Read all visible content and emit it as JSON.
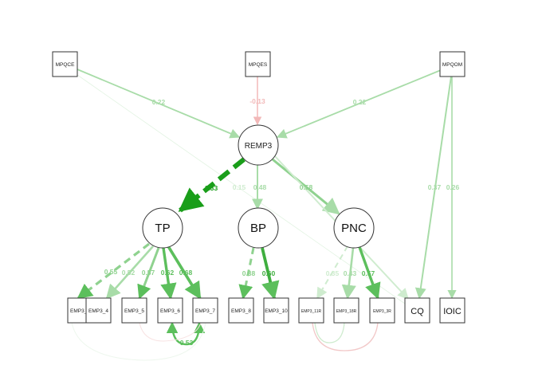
{
  "colors": {
    "strong_green": "#1a9e1a",
    "medium_green": "#5cbf5c",
    "light_green": "#a8dca8",
    "pale_green": "#cfeccf",
    "pale_red": "#f2b8b8"
  },
  "nodes": {
    "mpqce": "MPQCE",
    "mpqes": "MPQES",
    "mpqom": "MPQOM",
    "remp3": "REMP3",
    "tp": "TP",
    "bp": "BP",
    "pnc": "PNC",
    "emp3_2": "EMP3_2",
    "emp3_4": "EMP3_4",
    "emp3_5": "EMP3_5",
    "emp3_6": "EMP3_6",
    "emp3_7": "EMP3_7",
    "emp3_8": "EMP3_8",
    "emp3_10": "EMP3_10",
    "emp3_11r": "EMP3_11R",
    "emp3_18r": "EMP3_18R",
    "emp3_3r": "EMP3_3R",
    "cq": "CQ",
    "ioic": "IOIC"
  },
  "coefficients": {
    "mpqce_remp3": "0.22",
    "mpqes_remp3": "-0.13",
    "mpqom_remp3": "0.22",
    "mpqom_cq": "0.37",
    "mpqom_ioic": "0.26",
    "remp3_tp": "1.33",
    "remp3_bp": "0.48",
    "remp3_pnc": "0.58",
    "remp3_cq": "0.15",
    "tp_emp3_2": "0.55",
    "tp_emp3_4": "0.52",
    "tp_emp3_5": "0.57",
    "tp_emp3_6": "0.62",
    "tp_emp3_7": "0.68",
    "bp_emp3_8": "0.38",
    "bp_emp3_10": "0.60",
    "pnc_emp3_11r": "0.35",
    "pnc_emp3_18r": "0.43",
    "pnc_emp3_3r": "0.57",
    "cov_emp3_6_7": "0.53"
  }
}
